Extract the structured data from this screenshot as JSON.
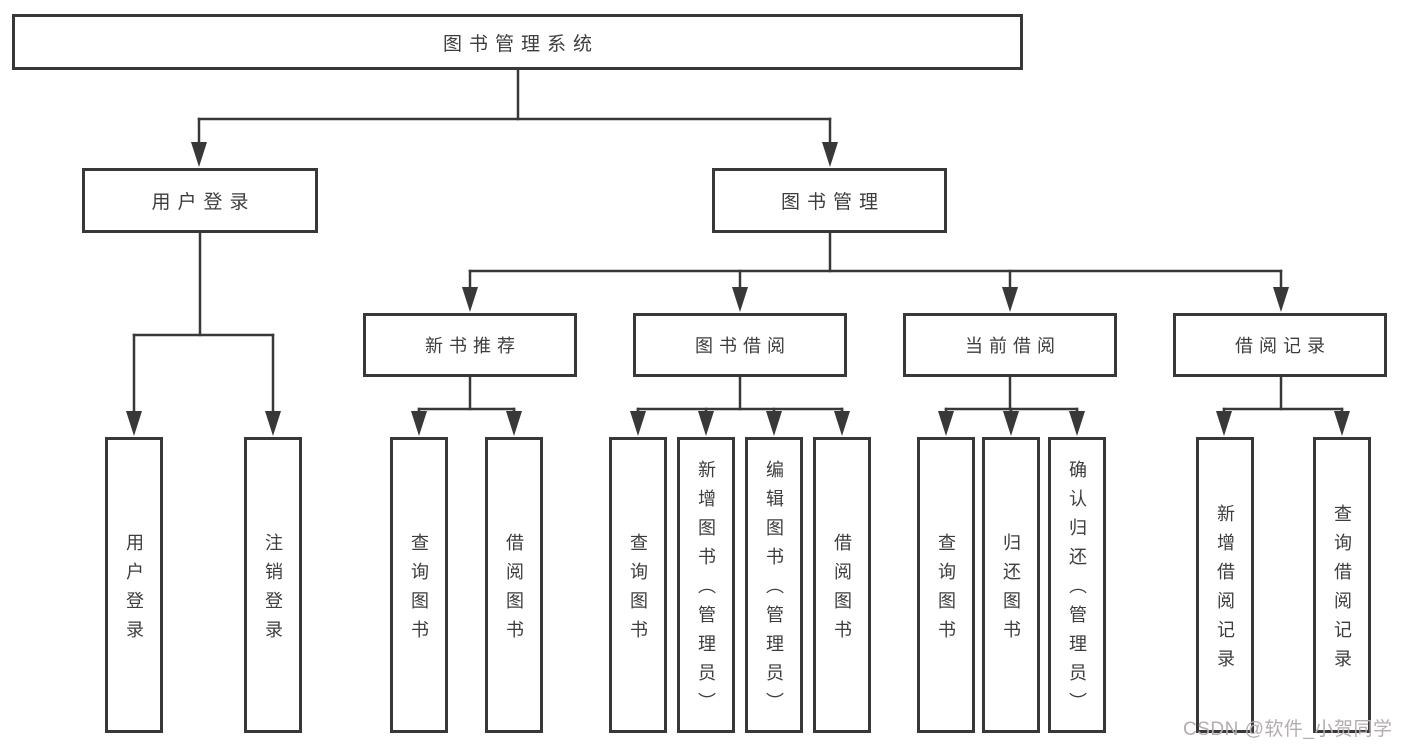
{
  "colors": {
    "line": "#383838",
    "box_border": "#383838",
    "node_text": "#3d3d3d",
    "watermark_text": "#b3adae",
    "background": "#ffffff"
  },
  "diagram": {
    "root": "图书管理系统",
    "branches": [
      {
        "label": "用户登录",
        "leaves": [
          "用户登录",
          "注销登录"
        ]
      },
      {
        "label": "图书管理",
        "groups": [
          {
            "label": "新书推荐",
            "leaves": [
              "查询图书",
              "借阅图书"
            ]
          },
          {
            "label": "图书借阅",
            "leaves": [
              "查询图书",
              "新增图书（管理员）",
              "编辑图书（管理员）",
              "借阅图书"
            ]
          },
          {
            "label": "当前借阅",
            "leaves": [
              "查询图书",
              "归还图书",
              "确认归还（管理员）"
            ]
          },
          {
            "label": "借阅记录",
            "leaves": [
              "新增借阅记录",
              "查询借阅记录"
            ]
          }
        ]
      }
    ]
  },
  "watermark": {
    "text": "CSDN @软件_小贺同学"
  }
}
